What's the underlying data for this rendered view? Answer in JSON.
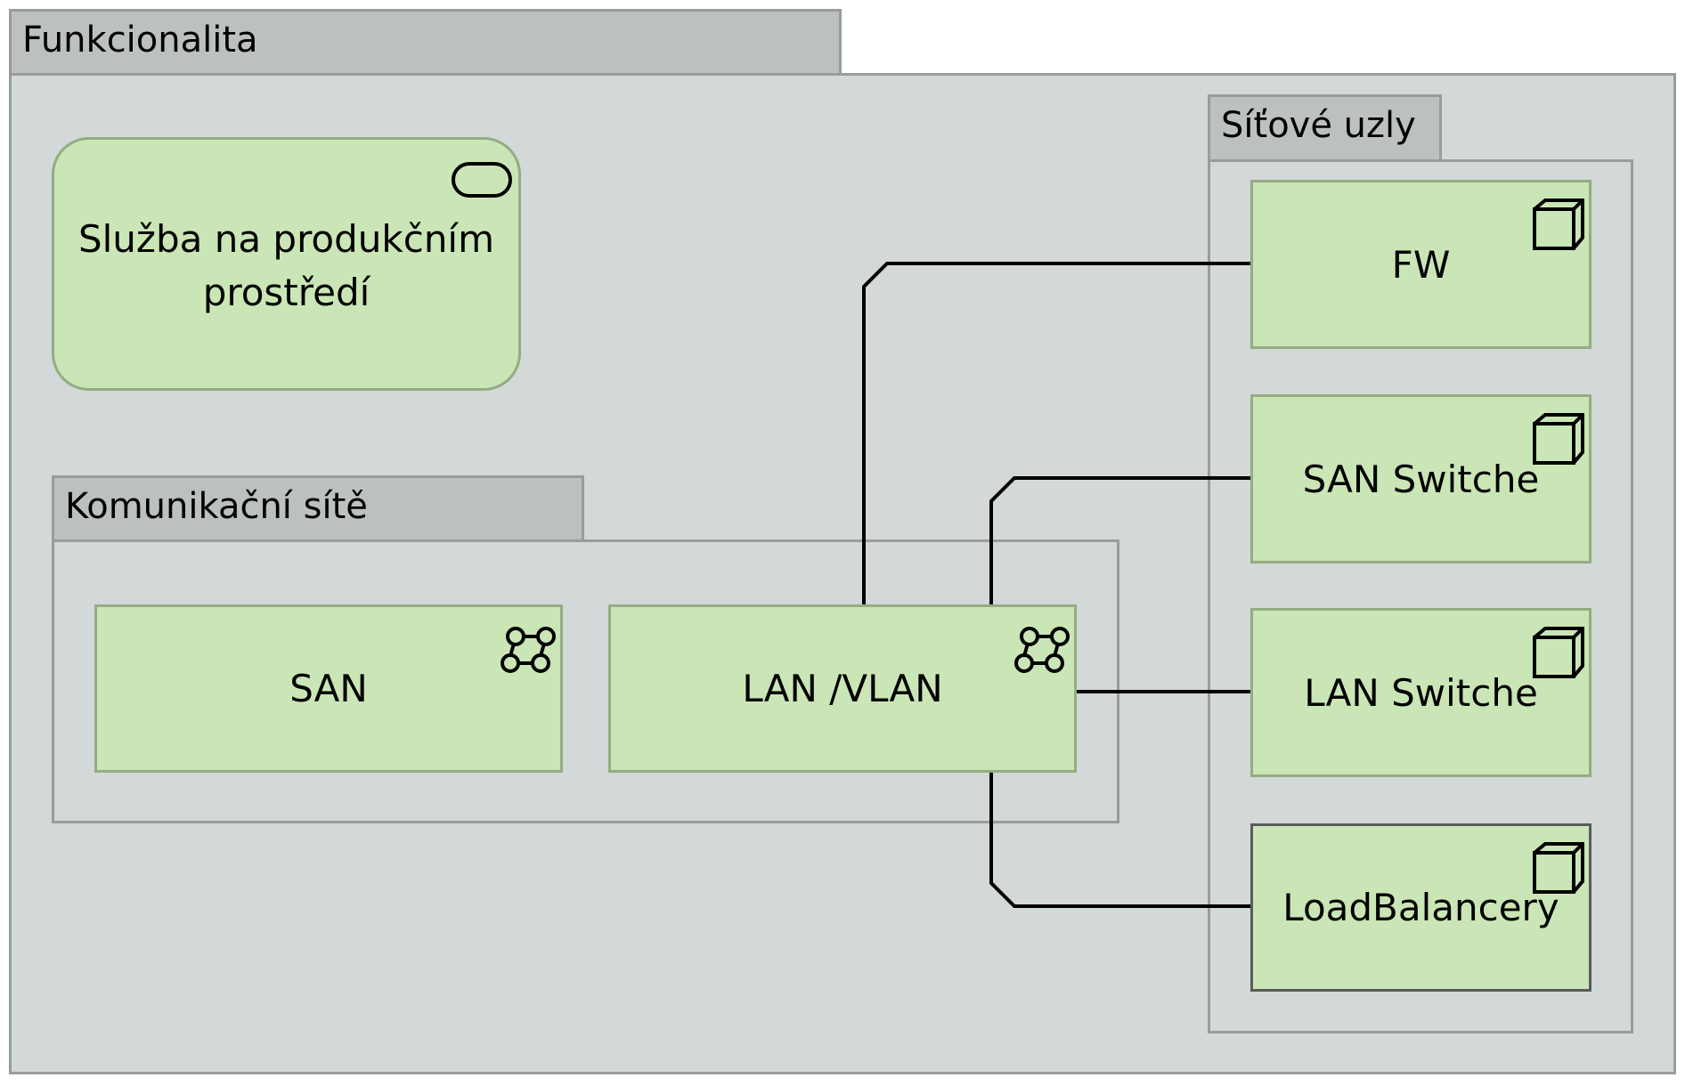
{
  "diagram": {
    "groups": {
      "outer": {
        "label": "Funkcionalita"
      },
      "networks": {
        "label": "Komunikační sítě"
      },
      "nodes": {
        "label": "Síťové uzly"
      }
    },
    "service": {
      "label": "Služba na produkčním prostředí",
      "icon": "business-service-icon"
    },
    "networks": [
      {
        "label": "SAN",
        "icon": "communication-network-icon"
      },
      {
        "label": "LAN /VLAN",
        "icon": "communication-network-icon"
      }
    ],
    "devices": [
      {
        "label": "FW",
        "icon": "node-icon"
      },
      {
        "label": "SAN Switche",
        "icon": "node-icon"
      },
      {
        "label": "LAN Switche",
        "icon": "node-icon"
      },
      {
        "label": "LoadBalancery",
        "icon": "node-icon"
      }
    ],
    "connections": [
      {
        "from": "LAN /VLAN",
        "to": "FW"
      },
      {
        "from": "LAN /VLAN",
        "to": "SAN Switche"
      },
      {
        "from": "LAN /VLAN",
        "to": "LAN Switche"
      },
      {
        "from": "LAN /VLAN",
        "to": "LoadBalancery"
      }
    ],
    "colors": {
      "element_fill": "#cbe6b6",
      "element_border": "#94ac82",
      "group_fill": "#d3d8d8",
      "group_tab": "#bcc0c1",
      "group_border": "#999c9d",
      "connector": "#000000"
    }
  }
}
